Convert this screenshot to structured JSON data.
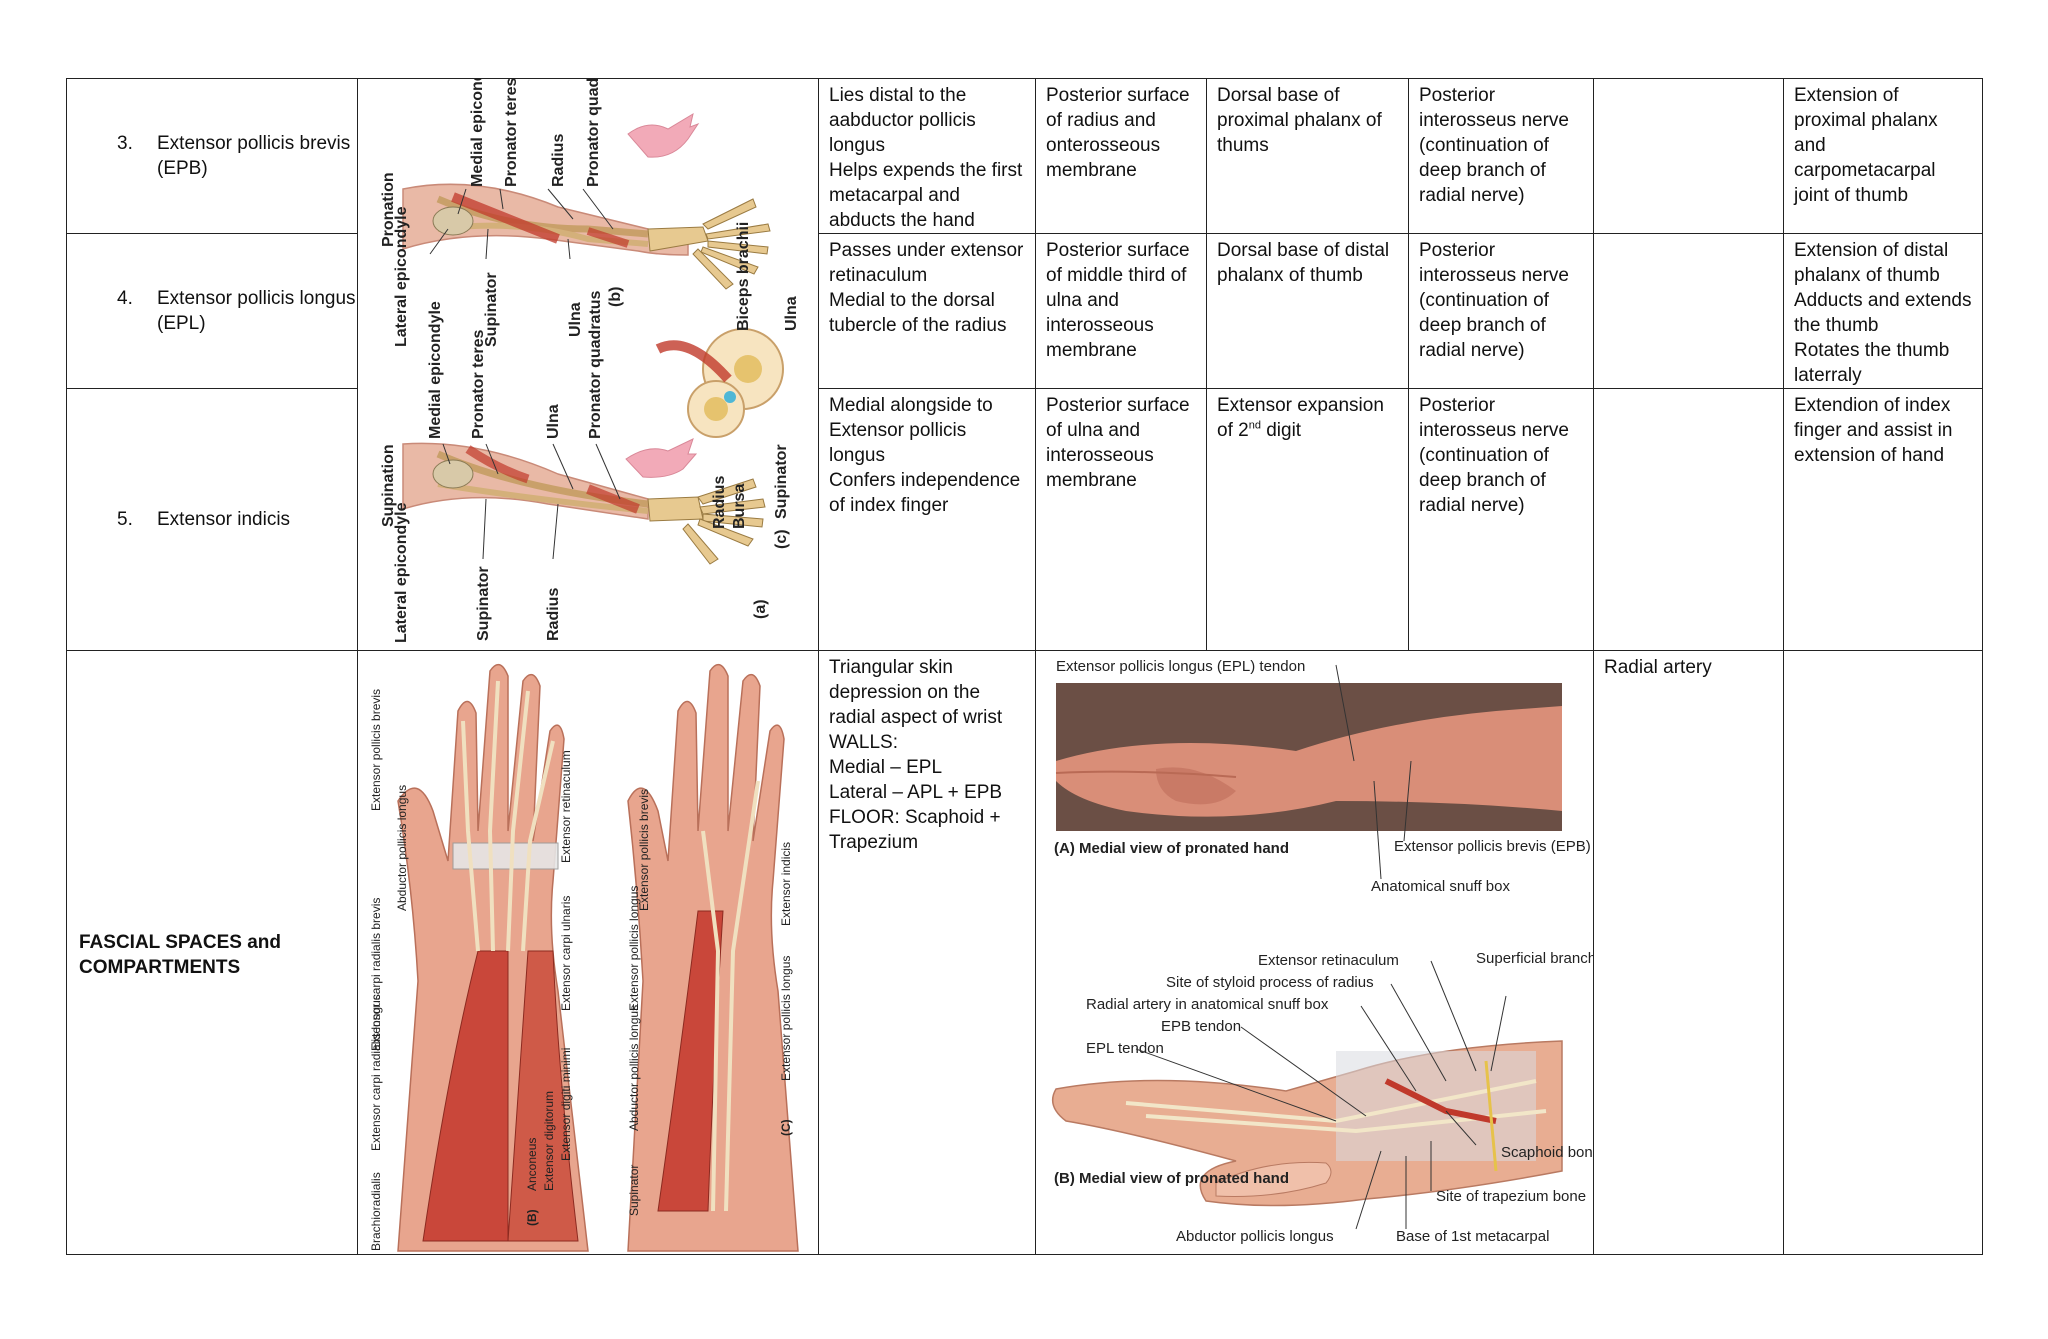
{
  "rows": [
    {
      "number": "3.",
      "muscle": "Extensor pollicis brevis (EPB)",
      "location": [
        "Lies distal to the aabductor pollicis longus",
        "Helps expends the first metacarpal and abducts the hand"
      ],
      "origin": "Posterior surface of radius and onterosseous membrane",
      "insertion": "Dorsal base of proximal phalanx of thums",
      "nerve": "Posterior interosseus nerve (continuation of deep branch of radial nerve)",
      "blood": "",
      "action": [
        "Extension of proximal phalanx and carpometacarpal joint of thumb"
      ]
    },
    {
      "number": "4.",
      "muscle": "Extensor pollicis longus (EPL)",
      "location": [
        "Passes under extensor retinaculum",
        "Medial to the dorsal tubercle of the radius"
      ],
      "origin": "Posterior surface of middle third of ulna and interosseous membrane",
      "insertion": "Dorsal base of distal phalanx of thumb",
      "nerve": "Posterior interosseus nerve (continuation of deep branch of radial nerve)",
      "blood": "",
      "action": [
        "Extension of distal phalanx of thumb",
        "Adducts and extends the thumb",
        "Rotates the thumb laterraly"
      ]
    },
    {
      "number": "5.",
      "muscle": "Extensor indicis",
      "location": [
        "Medial alongside to Extensor pollicis longus",
        "Confers independence of index finger"
      ],
      "origin": "Posterior surface of ulna and interosseous membrane",
      "insertion_pre": "Extensor expansion of 2",
      "insertion_sup": "nd",
      "insertion_post": " digit",
      "nerve": "Posterior interosseus nerve (continuation of deep branch of radial nerve)",
      "blood": "",
      "action": [
        "Extendion of index finger and assist in extension of hand"
      ]
    }
  ],
  "fascial": {
    "title": "FASCIAL SPACES and COMPARTMENTS",
    "description": [
      "Triangular skin depression on the radial aspect of wrist",
      "WALLS:",
      "Medial – EPL",
      "Lateral – APL + EPB",
      "FLOOR: Scaphoid + Trapezium"
    ],
    "blood": "Radial artery"
  },
  "figure_forearm": {
    "labels_b": [
      "Pronation",
      "Lateral epicondyle",
      "Medial epicondyle",
      "Pronator teres",
      "Radius",
      "Pronator quadratus",
      "Supinator",
      "Ulna",
      "(b)"
    ],
    "labels_a": [
      "Supination",
      "Lateral epicondyle",
      "Medial epicondyle",
      "Pronator teres",
      "Ulna",
      "Pronator quadratus",
      "Supinator",
      "Radius",
      "(a)"
    ],
    "labels_c": [
      "Biceps brachii",
      "Ulna",
      "Radius",
      "Bursa",
      "Supinator",
      "(c)"
    ]
  },
  "figure_muscles": {
    "labels_b": [
      "Extensor pollicis brevis",
      "Abductor pollicis longus",
      "Extensor carpi radialis brevis",
      "Extensor carpi radialis longus",
      "Brachioradialis",
      "Extensor retinaculum",
      "Extensor carpi ulnaris",
      "Extensor digiti minimi",
      "Extensor digitorum",
      "Anconeus",
      "(B)"
    ],
    "labels_c": [
      "Extensor pollicis brevis",
      "Extensor pollicis longus",
      "Abductor pollicis longus",
      "Supinator",
      "Extensor indicis",
      "Extensor pollicis longus",
      "(C)"
    ]
  },
  "figure_snuffbox": {
    "top_label": "Extensor pollicis longus (EPL) tendon",
    "caption_a": "(A) Medial view of pronated hand",
    "epb_label": "Extensor pollicis brevis (EPB) tendon",
    "snuff_label": "Anatomical snuff box",
    "retinaculum": "Extensor retinaculum",
    "styloid": "Site of styloid process of radius",
    "radial_artery": "Radial artery in anatomical snuff box",
    "epb_tendon": "EPB tendon",
    "epl_tendon": "EPL tendon",
    "superficial": "Superficial branch of radial nerve",
    "caption_b": "(B) Medial view of pronated hand",
    "scaphoid": "Scaphoid bone",
    "trapezium": "Site of trapezium bone",
    "apl": "Abductor pollicis longus",
    "base": "Base of 1st metacarpal"
  }
}
